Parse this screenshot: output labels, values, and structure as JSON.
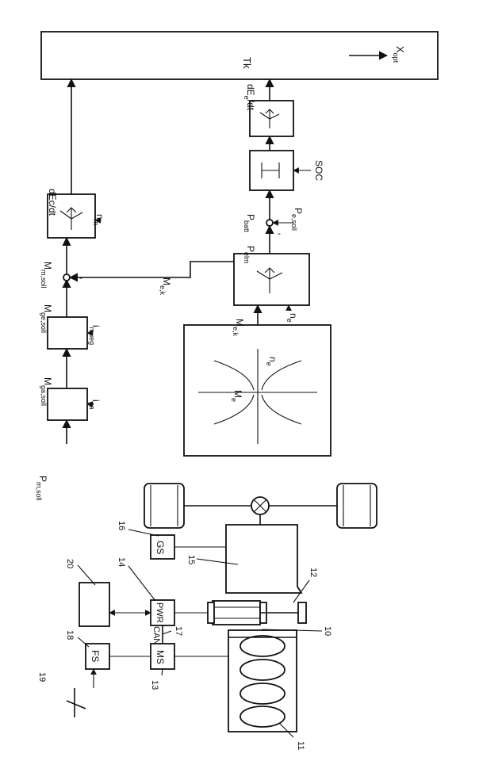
{
  "patent_figure": {
    "rotation": "page rotated 90 degrees clockwise",
    "reference_numerals": {
      "drawing_marker": "19",
      "motor_controller_label_ref": "13",
      "driver_sensor_ref": "18",
      "pwr_ref": "14",
      "gs_ref": "16",
      "unit_20_ref": "20",
      "gearbox_ref": "15",
      "can_line_ref": "17",
      "shaft_ref": "12",
      "coupling_ref": "10",
      "engine_ref": "11"
    },
    "block_labels": {
      "fs": "FS",
      "ms": "MS",
      "pwr": "PWR",
      "gs": "GS",
      "can": "CAN",
      "tk": "Tk",
      "soc": "SOC"
    },
    "signals": {
      "p_m_soll": "P",
      "p_m_soll_sub": "m,soll",
      "m_ga_soll": "M",
      "m_ga_soll_sub": "ga,soll",
      "i_ga": "i",
      "i_ga_sub": "ga",
      "m_ge_soll": "M",
      "m_ge_soll_sub": "ge,soll",
      "i_mueg": "i",
      "i_mueg_sub": "mueg",
      "m_m_soll": "M",
      "m_m_soll_sub": "m,soll",
      "n_m": "n",
      "n_m_sub": "m",
      "dec_dt": "dEc/dt",
      "m_e_k": "M",
      "m_e_k_sub": "e,k",
      "m_e_k2": "M",
      "m_e_k2_sub": "e,k",
      "n_e": "n",
      "n_e_sub": "e",
      "p_elm": "P",
      "p_elm_sub": "elm",
      "p_batt": "P",
      "p_batt_sub": "batt",
      "p_e_soll": "P",
      "p_e_soll_sub": "e,soll",
      "dee_dt": "dE",
      "dee_dt_sub": "e",
      "dee_dt_tail": "/dt",
      "x_opt": "X",
      "x_opt_sub": "opt",
      "minus1": "-",
      "minus2": "-",
      "map_me": "M",
      "map_me_sub": "e",
      "map_ne": "n",
      "map_ne_sub": "e"
    }
  }
}
